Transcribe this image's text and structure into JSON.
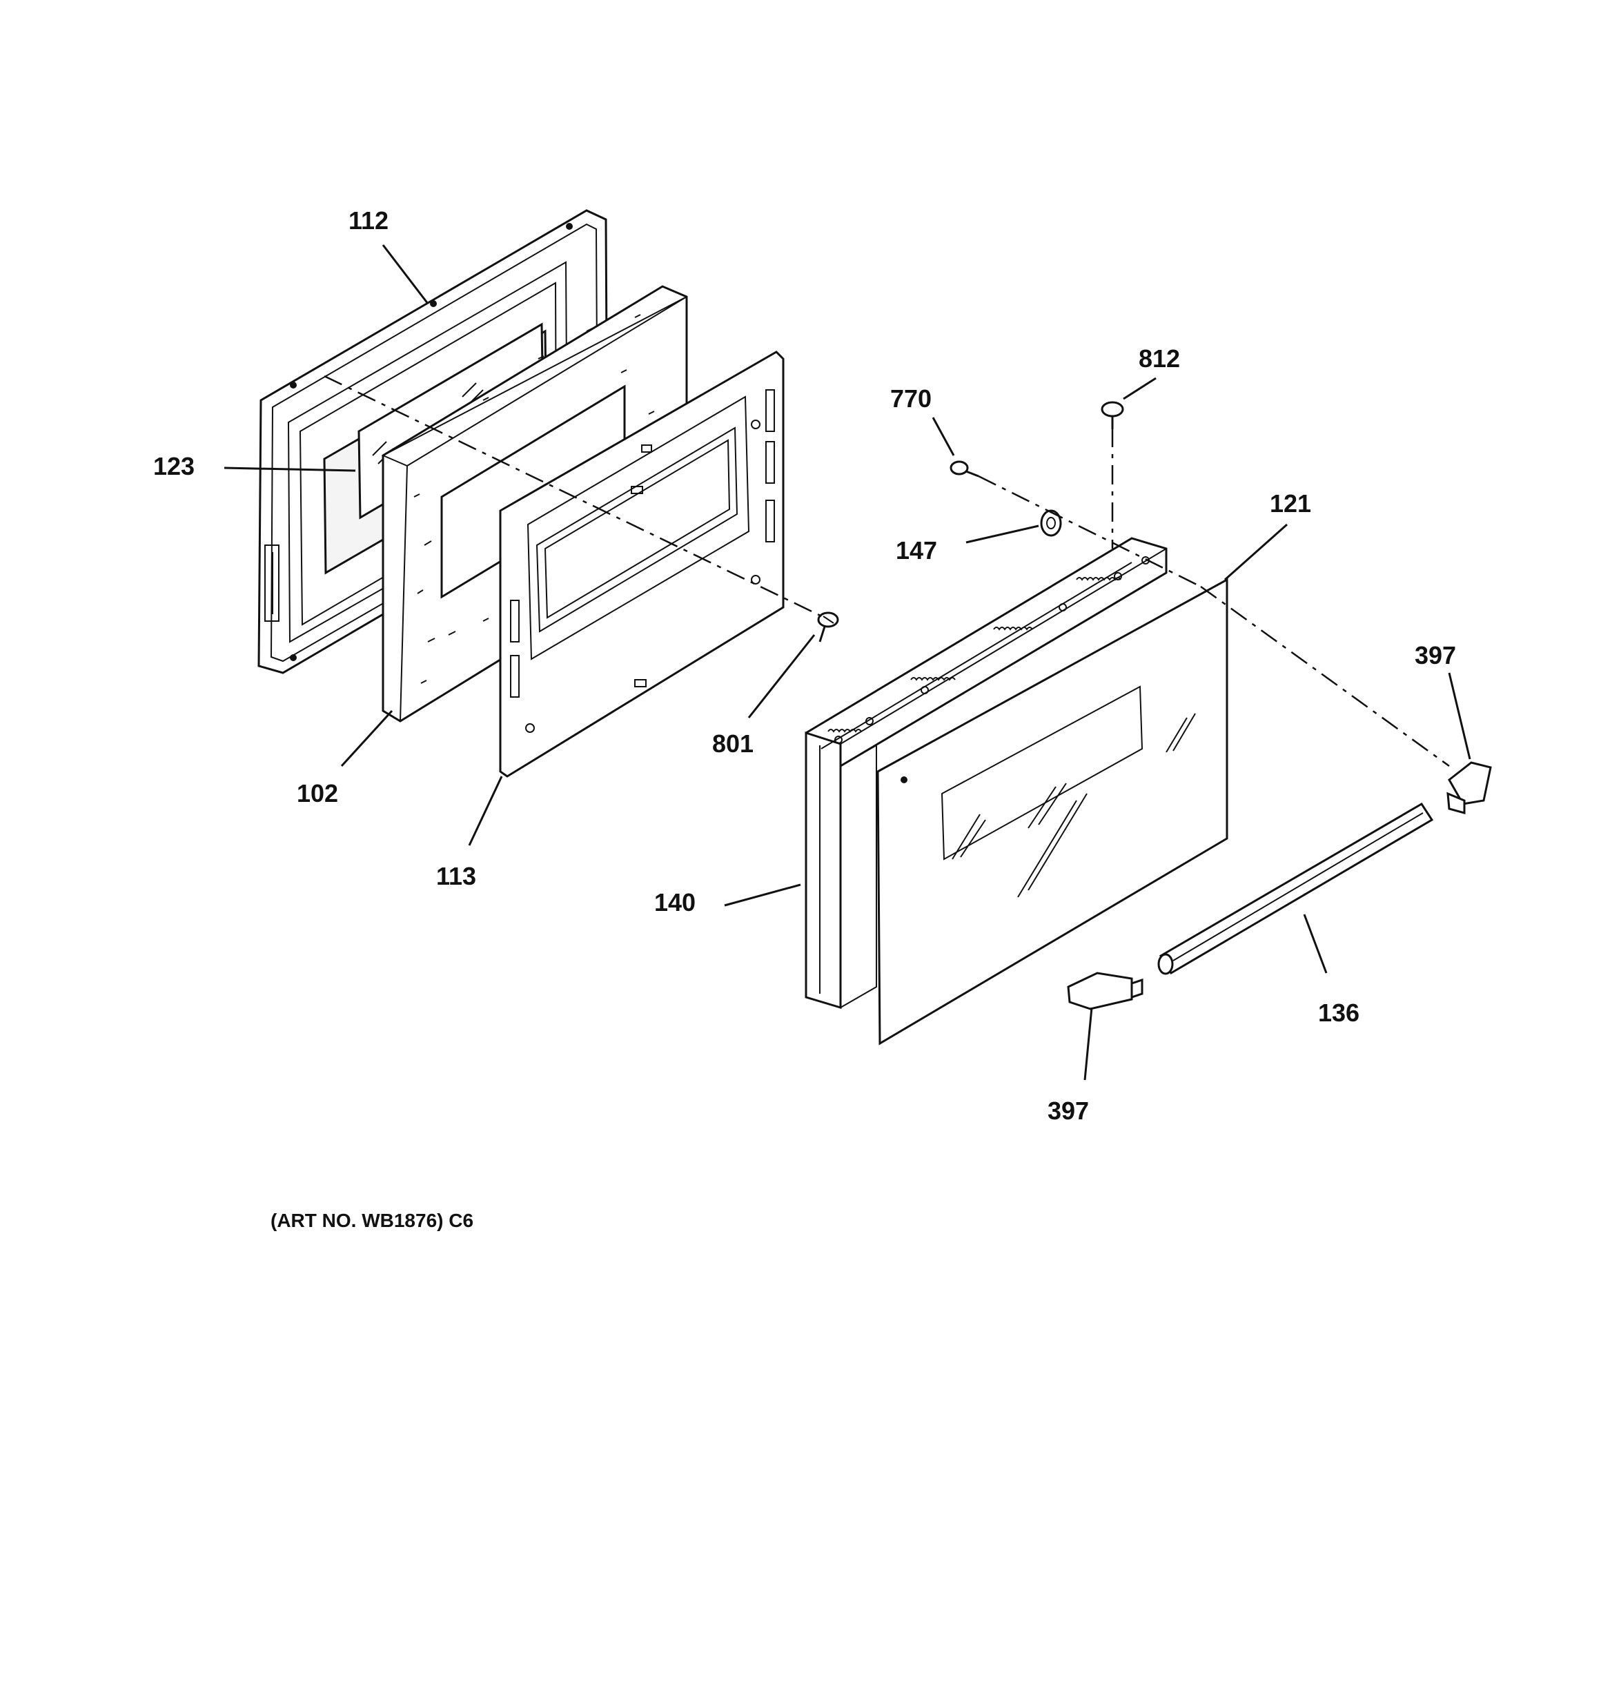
{
  "diagram": {
    "callouts": [
      {
        "id": "112",
        "text": "112"
      },
      {
        "id": "123",
        "text": "123"
      },
      {
        "id": "102",
        "text": "102"
      },
      {
        "id": "113",
        "text": "113"
      },
      {
        "id": "801",
        "text": "801"
      },
      {
        "id": "770",
        "text": "770"
      },
      {
        "id": "812",
        "text": "812"
      },
      {
        "id": "147",
        "text": "147"
      },
      {
        "id": "121",
        "text": "121"
      },
      {
        "id": "397a",
        "text": "397"
      },
      {
        "id": "140",
        "text": "140"
      },
      {
        "id": "136",
        "text": "136"
      },
      {
        "id": "397b",
        "text": "397"
      }
    ],
    "art_number": "(ART NO. WB1876) C6"
  }
}
